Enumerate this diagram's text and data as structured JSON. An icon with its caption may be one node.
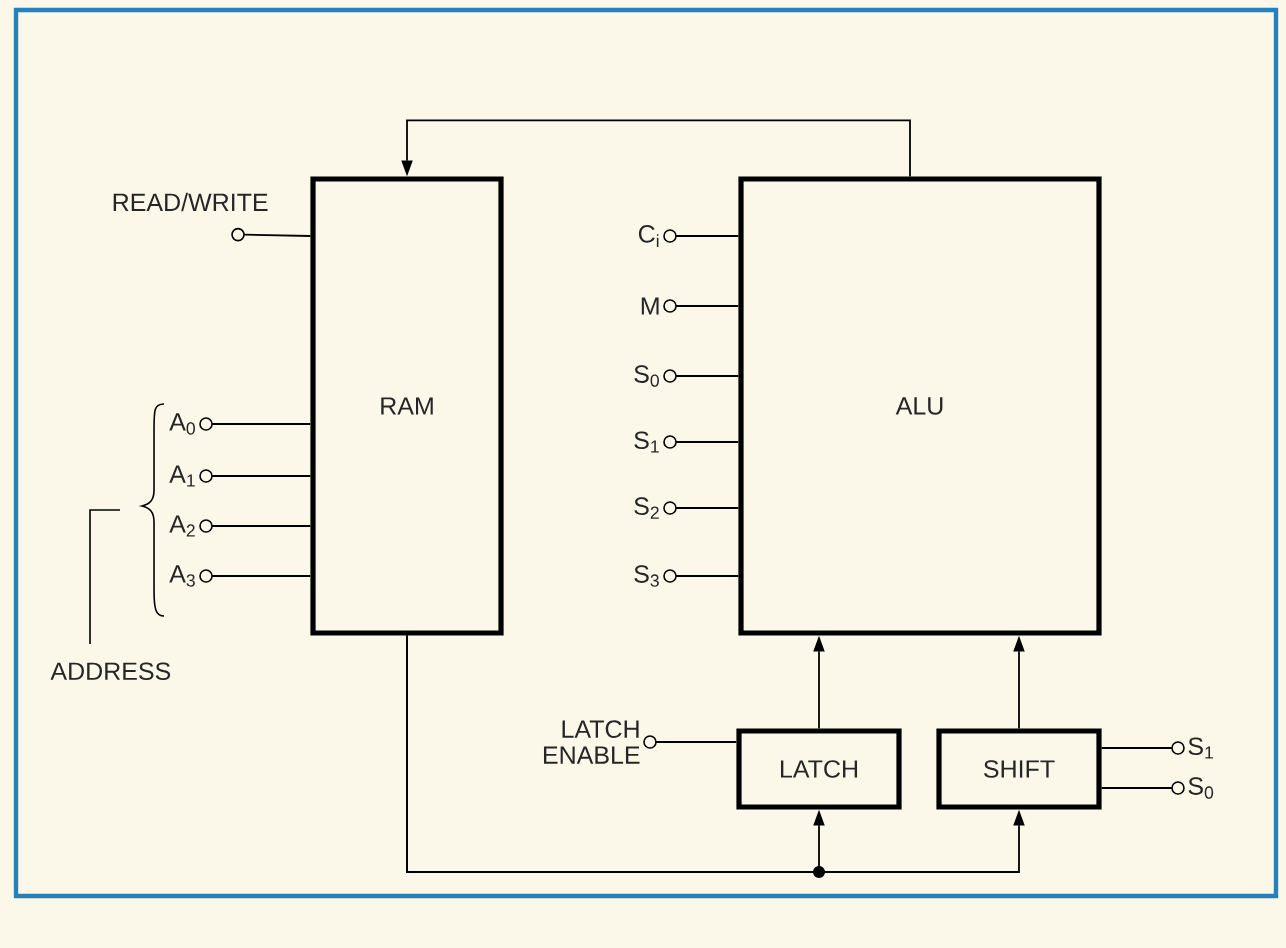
{
  "diagram": {
    "nodes": [
      {
        "text": [
          "RAM"
        ]
      },
      {
        "text": [
          "ALU"
        ]
      },
      {
        "text": [
          "LATCH"
        ]
      },
      {
        "text": [
          "SHIFT"
        ]
      },
      {
        "text": [
          "READ/WRITE"
        ]
      },
      {
        "text": [
          "A$_{0}$"
        ]
      },
      {
        "text": [
          "A$_{1}$"
        ]
      },
      {
        "text": [
          "A$_{2}$"
        ]
      },
      {
        "text": [
          "A$_{3}$"
        ]
      },
      {
        "text": [
          "C$_{i}$"
        ]
      },
      {
        "text": [
          "M"
        ]
      },
      {
        "text": [
          "S$_{0}$"
        ]
      },
      {
        "text": [
          "S$_{1}$"
        ]
      },
      {
        "text": [
          "S$_{2}$"
        ]
      },
      {
        "text": [
          "S$_{3}$"
        ]
      },
      {
        "text": [
          "LATCH ENABLE"
        ]
      },
      {
        "text": [
          "S$_{1}$"
        ]
      },
      {
        "text": [
          "S$_{0}$"
        ]
      }
    ],
    "edges": [
      {
        "from": 1,
        "to": 0,
        "arrow": "to"
      },
      {
        "from": 0,
        "to": 2,
        "arrow": "to"
      },
      {
        "from": 0,
        "to": 3,
        "arrow": "to"
      },
      {
        "from": 2,
        "to": 1,
        "arrow": "to"
      },
      {
        "from": 3,
        "to": 1,
        "arrow": "to"
      },
      {
        "from": 4,
        "to": 0,
        "arrow": "none"
      },
      {
        "from": 5,
        "to": 0,
        "arrow": "none"
      },
      {
        "from": 6,
        "to": 0,
        "arrow": "none"
      },
      {
        "from": 7,
        "to": 0,
        "arrow": "none"
      },
      {
        "from": 8,
        "to": 0,
        "arrow": "none"
      },
      {
        "from": 9,
        "to": 1,
        "arrow": "none"
      },
      {
        "from": 10,
        "to": 1,
        "arrow": "none"
      },
      {
        "from": 11,
        "to": 1,
        "arrow": "none"
      },
      {
        "from": 12,
        "to": 1,
        "arrow": "none"
      },
      {
        "from": 13,
        "to": 1,
        "arrow": "none"
      },
      {
        "from": 14,
        "to": 1,
        "arrow": "none"
      },
      {
        "from": 15,
        "to": 2,
        "arrow": "none"
      },
      {
        "from": 16,
        "to": 3,
        "arrow": "none"
      },
      {
        "from": 17,
        "to": 3,
        "arrow": "none"
      }
    ],
    "labels": [
      "ADDRESS"
    ]
  }
}
